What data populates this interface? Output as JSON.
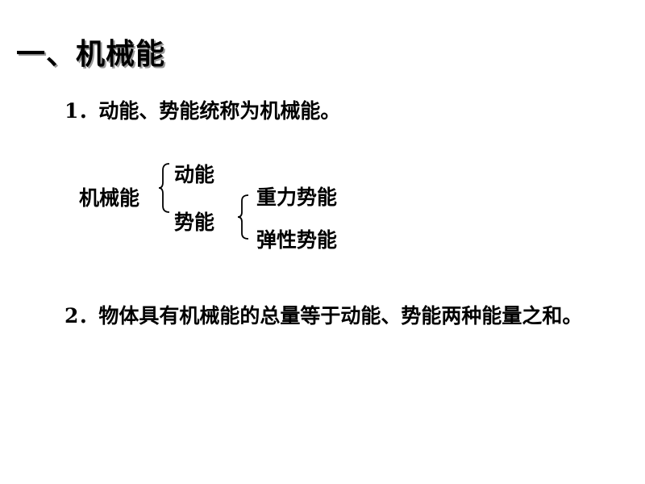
{
  "title": "一、机械能",
  "points": [
    {
      "number": "1．",
      "text": "动能、势能统称为机械能。"
    },
    {
      "number": "2．",
      "text": "物体具有机械能的总量等于动能、势能两种能量之和。"
    }
  ],
  "tree": {
    "root": "机械能",
    "branches": {
      "kinetic": "动能",
      "potential": "势能"
    },
    "potential_children": {
      "gravity": "重力势能",
      "elastic": "弹性势能"
    }
  }
}
